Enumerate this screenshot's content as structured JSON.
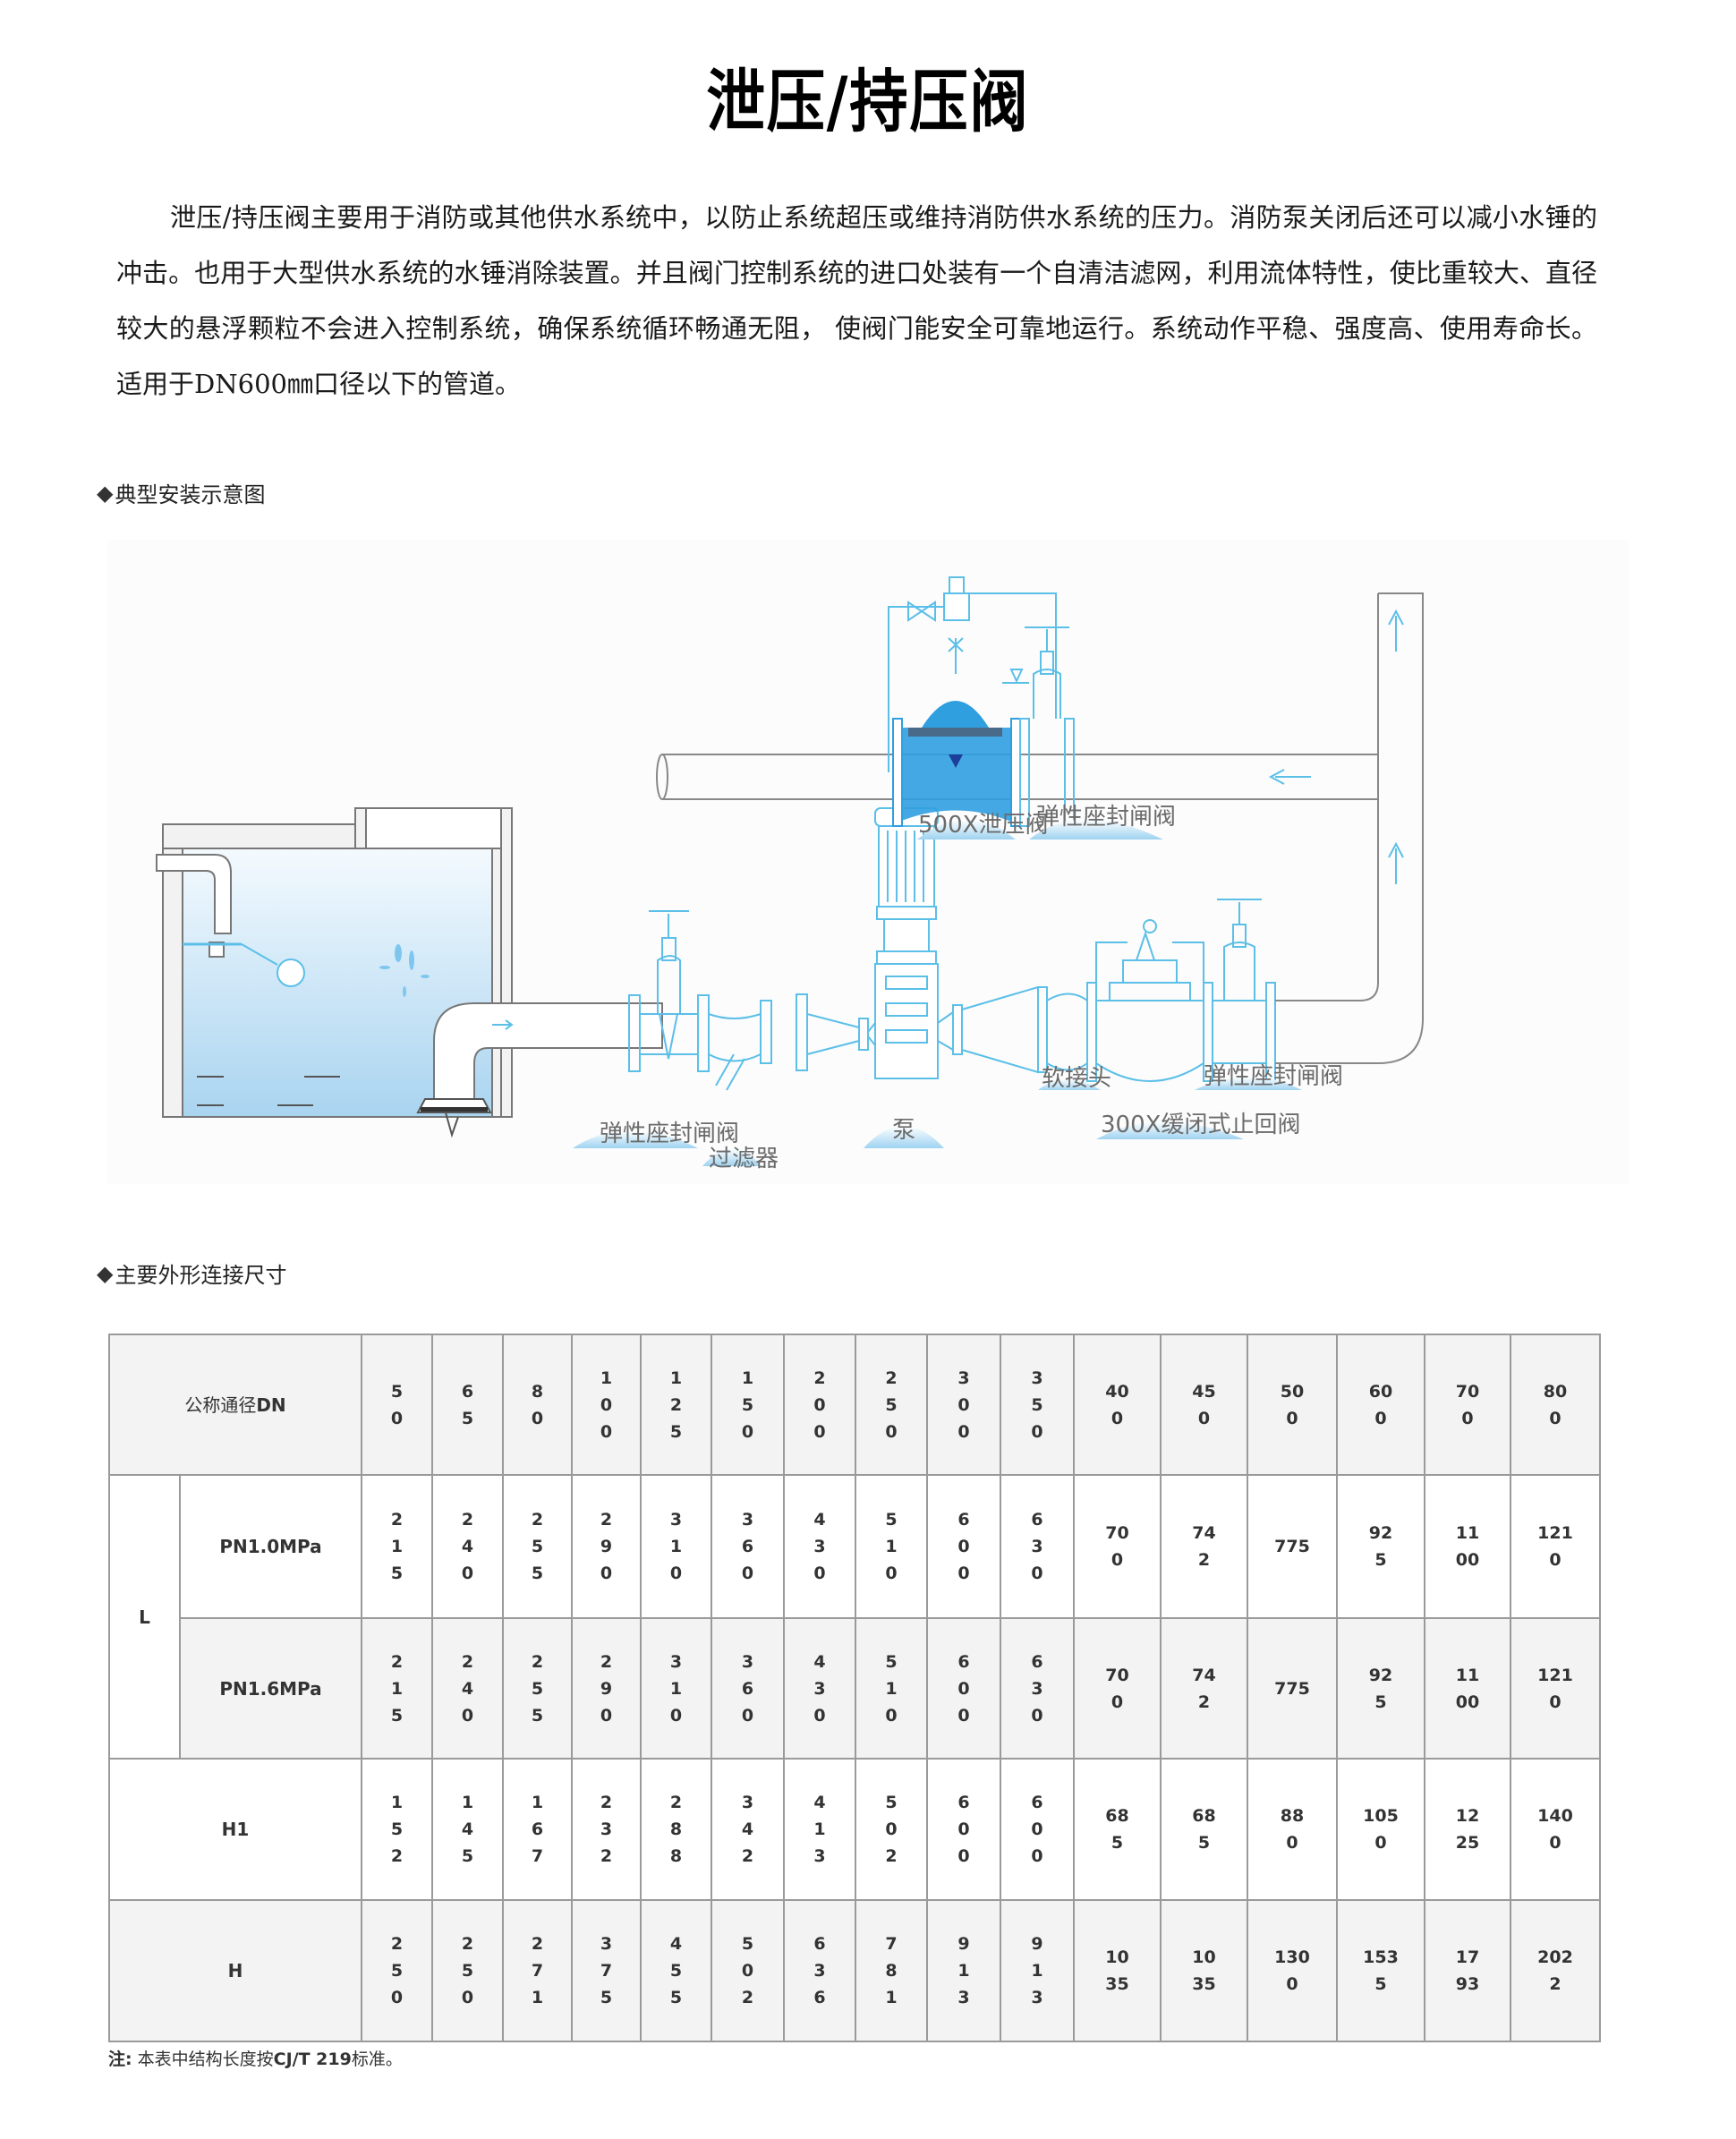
{
  "title": "泄压/持压阀",
  "intro": "泄压/持压阀主要用于消防或其他供水系统中，以防止系统超压或维持消防供水系统的压力。消防泵关闭后还可以减小水锤的冲击。也用于大型供水系统的水锤消除装置。并且阀门控制系统的进口处装有一个自清洁滤网，利用流体特性，使比重较大、直径较大的悬浮颗粒不会进入控制系统，确保系统循环畅通无阻， 使阀门能安全可靠地运行。系统动作平稳、强度高、使用寿命长。适用于DN600㎜口径以下的管道。",
  "sections": {
    "installation": {
      "marker": "◆",
      "heading": "典型安装示意图"
    },
    "dimensions": {
      "marker": "◆",
      "heading": "主要外形连接尺寸"
    }
  },
  "diagram": {
    "labels": {
      "relief_valve": "500X泄压阀",
      "gate_valve_top": "弹性座封闸阀",
      "gate_valve_inlet": "弹性座封闸阀",
      "filter": "过滤器",
      "pump": "泵",
      "flex_joint": "软接头",
      "gate_valve_outlet": "弹性座封闸阀",
      "check_valve": "300X缓闭式止回阀"
    },
    "colors": {
      "accent": "#2f9fe0",
      "line": "#5bbfe8",
      "water": "#bfe1f5",
      "pipe": "#8a8a8a"
    }
  },
  "table": {
    "header_label": "公称通径DN",
    "header_label_suffix": "DN",
    "header_label_cn": "公称通径",
    "dn": [
      "50",
      "65",
      "80",
      "100",
      "125",
      "150",
      "200",
      "250",
      "300",
      "350",
      "400",
      "450",
      "500",
      "600",
      "700",
      "800"
    ],
    "dn_display": [
      [
        "5",
        "0"
      ],
      [
        "6",
        "5"
      ],
      [
        "8",
        "0"
      ],
      [
        "1",
        "0",
        "0"
      ],
      [
        "1",
        "2",
        "5"
      ],
      [
        "1",
        "5",
        "0"
      ],
      [
        "2",
        "0",
        "0"
      ],
      [
        "2",
        "5",
        "0"
      ],
      [
        "3",
        "0",
        "0"
      ],
      [
        "3",
        "5",
        "0"
      ],
      [
        "40",
        "0"
      ],
      [
        "45",
        "0"
      ],
      [
        "50",
        "0"
      ],
      [
        "60",
        "0"
      ],
      [
        "70",
        "0"
      ],
      [
        "80",
        "0"
      ]
    ],
    "group_L": "L",
    "rows": [
      {
        "label": "PN1.0MPa",
        "values": [
          "215",
          "240",
          "255",
          "290",
          "310",
          "360",
          "430",
          "510",
          "600",
          "630",
          "700",
          "742",
          "775",
          "925",
          "1100",
          "1210"
        ],
        "display": [
          [
            "2",
            "1",
            "5"
          ],
          [
            "2",
            "4",
            "0"
          ],
          [
            "2",
            "5",
            "5"
          ],
          [
            "2",
            "9",
            "0"
          ],
          [
            "3",
            "1",
            "0"
          ],
          [
            "3",
            "6",
            "0"
          ],
          [
            "4",
            "3",
            "0"
          ],
          [
            "5",
            "1",
            "0"
          ],
          [
            "6",
            "0",
            "0"
          ],
          [
            "6",
            "3",
            "0"
          ],
          [
            "70",
            "0"
          ],
          [
            "74",
            "2"
          ],
          [
            "775"
          ],
          [
            "92",
            "5"
          ],
          [
            "11",
            "00"
          ],
          [
            "121",
            "0"
          ]
        ]
      },
      {
        "label": "PN1.6MPa",
        "values": [
          "215",
          "240",
          "255",
          "290",
          "310",
          "360",
          "430",
          "510",
          "600",
          "630",
          "700",
          "742",
          "775",
          "925",
          "1100",
          "1210"
        ],
        "display": [
          [
            "2",
            "1",
            "5"
          ],
          [
            "2",
            "4",
            "0"
          ],
          [
            "2",
            "5",
            "5"
          ],
          [
            "2",
            "9",
            "0"
          ],
          [
            "3",
            "1",
            "0"
          ],
          [
            "3",
            "6",
            "0"
          ],
          [
            "4",
            "3",
            "0"
          ],
          [
            "5",
            "1",
            "0"
          ],
          [
            "6",
            "0",
            "0"
          ],
          [
            "6",
            "3",
            "0"
          ],
          [
            "70",
            "0"
          ],
          [
            "74",
            "2"
          ],
          [
            "775"
          ],
          [
            "92",
            "5"
          ],
          [
            "11",
            "00"
          ],
          [
            "121",
            "0"
          ]
        ]
      },
      {
        "label": "H1",
        "values": [
          "152",
          "145",
          "167",
          "232",
          "288",
          "342",
          "413",
          "502",
          "600",
          "600",
          "685",
          "685",
          "880",
          "1050",
          "1225",
          "1400"
        ],
        "display": [
          [
            "1",
            "5",
            "2"
          ],
          [
            "1",
            "4",
            "5"
          ],
          [
            "1",
            "6",
            "7"
          ],
          [
            "2",
            "3",
            "2"
          ],
          [
            "2",
            "8",
            "8"
          ],
          [
            "3",
            "4",
            "2"
          ],
          [
            "4",
            "1",
            "3"
          ],
          [
            "5",
            "0",
            "2"
          ],
          [
            "6",
            "0",
            "0"
          ],
          [
            "6",
            "0",
            "0"
          ],
          [
            "68",
            "5"
          ],
          [
            "68",
            "5"
          ],
          [
            "88",
            "0"
          ],
          [
            "105",
            "0"
          ],
          [
            "12",
            "25"
          ],
          [
            "140",
            "0"
          ]
        ]
      },
      {
        "label": "H",
        "values": [
          "250",
          "250",
          "271",
          "375",
          "455",
          "502",
          "636",
          "781",
          "913",
          "913",
          "1035",
          "1035",
          "1300",
          "1535",
          "1793",
          "2022"
        ],
        "display": [
          [
            "2",
            "5",
            "0"
          ],
          [
            "2",
            "5",
            "0"
          ],
          [
            "2",
            "7",
            "1"
          ],
          [
            "3",
            "7",
            "5"
          ],
          [
            "4",
            "5",
            "5"
          ],
          [
            "5",
            "0",
            "2"
          ],
          [
            "6",
            "3",
            "6"
          ],
          [
            "7",
            "8",
            "1"
          ],
          [
            "9",
            "1",
            "3"
          ],
          [
            "9",
            "1",
            "3"
          ],
          [
            "10",
            "35"
          ],
          [
            "10",
            "35"
          ],
          [
            "130",
            "0"
          ],
          [
            "153",
            "5"
          ],
          [
            "17",
            "93"
          ],
          [
            "202",
            "2"
          ]
        ]
      }
    ]
  },
  "note": {
    "prefix": "注:",
    "text": " 本表中结构长度按",
    "standard": "CJ/T 219",
    "suffix": "标准。"
  }
}
